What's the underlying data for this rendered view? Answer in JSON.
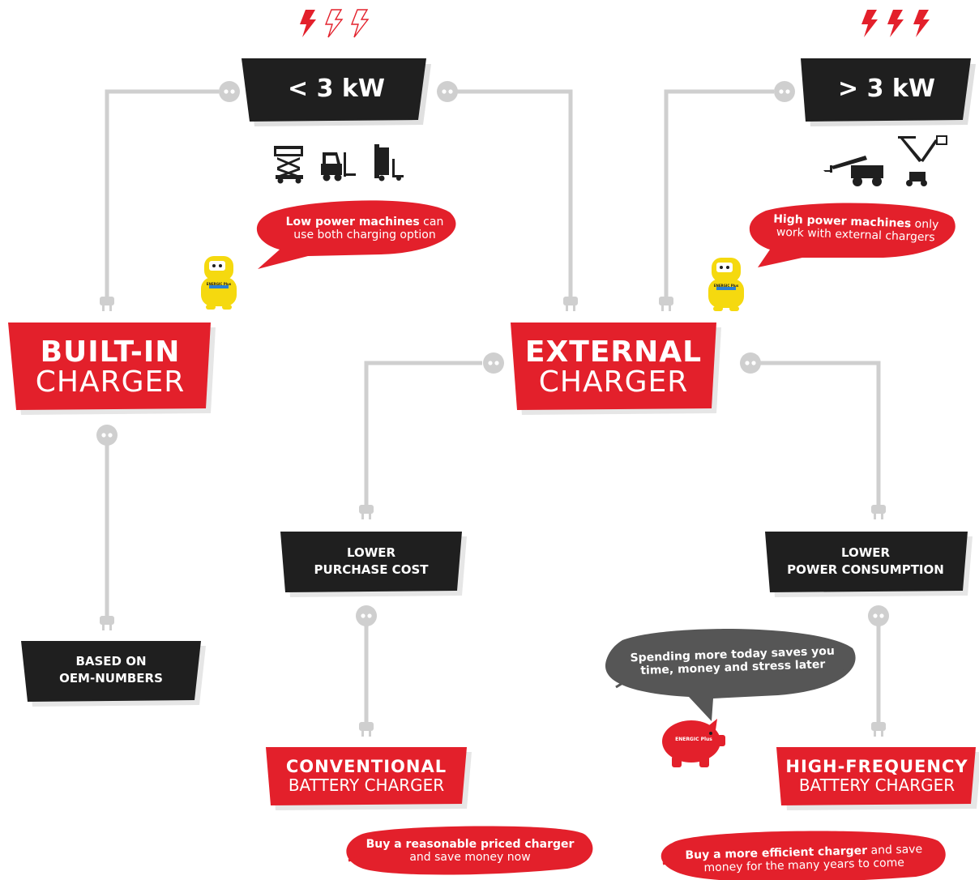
{
  "colors": {
    "red": "#e3202b",
    "black": "#1f1f1f",
    "gray": "#c9c9c9",
    "yellow": "#f5d90f",
    "bubble_gray": "#565656"
  },
  "power_low": {
    "label": "< 3 kW",
    "bolts_filled": 1,
    "bolts_total": 3,
    "machines": [
      "scissor-lift-icon",
      "forklift-icon",
      "reach-truck-icon"
    ]
  },
  "power_high": {
    "label": "> 3 kW",
    "bolts_filled": 3,
    "bolts_total": 3,
    "machines": [
      "telehandler-icon",
      "boom-lift-icon"
    ]
  },
  "bubble_low": {
    "bold": "Low power machines",
    "rest1": " can",
    "line2": "use both charging option"
  },
  "bubble_high": {
    "bold": "High power machines",
    "rest1": " only",
    "line2": "work with external chargers"
  },
  "builtin": {
    "line1": "BUILT-IN",
    "line2": "CHARGER"
  },
  "external": {
    "line1": "EXTERNAL",
    "line2": "CHARGER"
  },
  "oem": {
    "line1": "BASED ON",
    "line2": "OEM-NUMBERS"
  },
  "purchase": {
    "line1": "LOWER",
    "line2": "PURCHASE COST"
  },
  "consumption": {
    "line1": "LOWER",
    "line2": "POWER CONSUMPTION"
  },
  "conventional": {
    "line1": "CONVENTIONAL",
    "line2": "BATTERY CHARGER"
  },
  "highfreq": {
    "line1": "HIGH-FREQUENCY",
    "line2": "BATTERY  CHARGER"
  },
  "bubble_spending": {
    "line1": "Spending more today saves you",
    "line2": "time, money and stress later"
  },
  "bubble_conv": {
    "bold": "Buy a reasonable priced charger",
    "line2": "and save money now"
  },
  "bubble_hf": {
    "bold": "Buy a more efficient charger",
    "rest1": " and save",
    "line2": "money for the many years to come"
  },
  "mascot_brand": "ENERGIC Plus",
  "piggy_brand": "ENERGIC Plus"
}
